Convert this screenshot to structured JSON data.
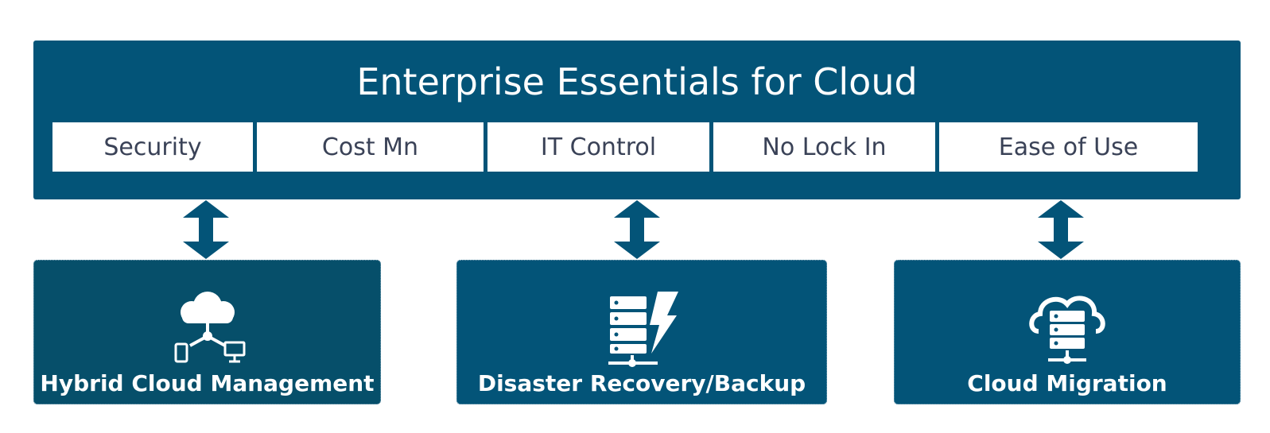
{
  "title": "Enterprise Essentials for Cloud",
  "pillars": [
    "Security",
    "Cost Mn",
    "IT Control",
    "No Lock In",
    "Ease of Use"
  ],
  "solutions": [
    {
      "label": "Hybrid Cloud Management",
      "icon": "hybrid-cloud-icon"
    },
    {
      "label": "Disaster Recovery/Backup",
      "icon": "server-lightning-icon"
    },
    {
      "label": "Cloud Migration",
      "icon": "cloud-server-icon"
    }
  ],
  "colors": {
    "panel": "#035478",
    "box_left": "#064f6a",
    "box_mid": "#035478",
    "box_right": "#035478",
    "pillar_text": "#3a4257",
    "white": "#ffffff"
  }
}
